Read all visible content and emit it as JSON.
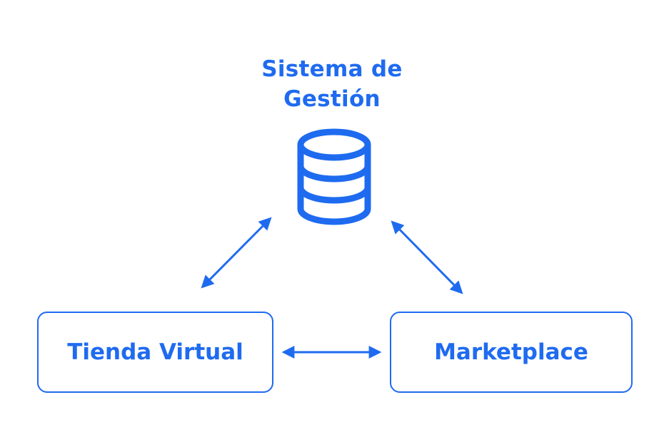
{
  "colors": {
    "accent": "#1f6bf0"
  },
  "hub": {
    "title_line1": "Sistema de",
    "title_line2": "Gestión",
    "icon": "database-icon"
  },
  "nodes": {
    "left": {
      "label": "Tienda Virtual"
    },
    "right": {
      "label": "Marketplace"
    }
  },
  "connections": [
    {
      "from": "Sistema de Gestión",
      "to": "Tienda Virtual",
      "direction": "bidirectional"
    },
    {
      "from": "Sistema de Gestión",
      "to": "Marketplace",
      "direction": "bidirectional"
    },
    {
      "from": "Tienda Virtual",
      "to": "Marketplace",
      "direction": "bidirectional"
    }
  ]
}
